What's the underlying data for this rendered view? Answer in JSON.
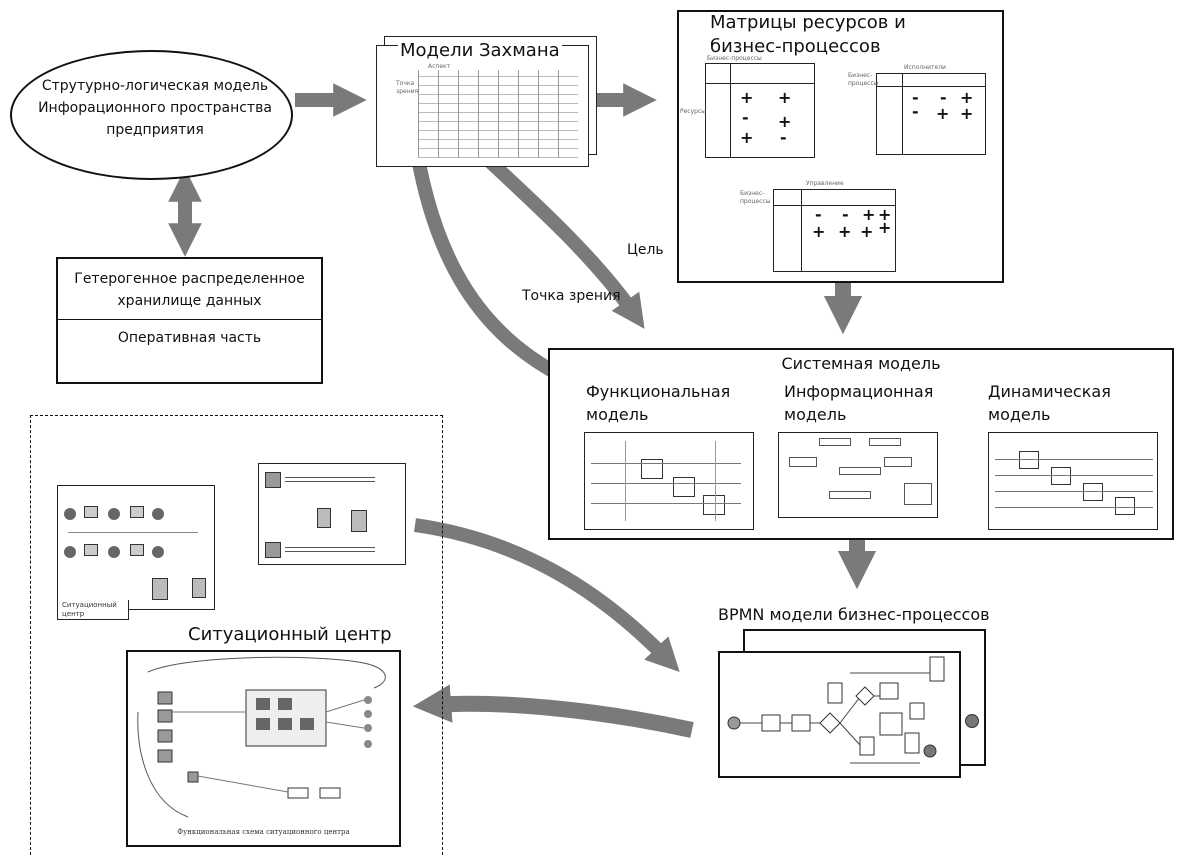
{
  "ellipse": {
    "line1": "Струтурно-логическая модель",
    "line2": "Инфорационного пространства",
    "line3": "предприятия"
  },
  "storage": {
    "line1": "Гетерогенное распределенное",
    "line2": "хранилище данных",
    "operational": "Оперативная часть"
  },
  "zachman": {
    "title": "Модели Захмана",
    "col_header": "Аспект",
    "row_header1": "Точка",
    "row_header2": "зрения"
  },
  "matrices": {
    "title1": "Матрицы ресурсов и",
    "title2": "бизнес-процессов",
    "m1_top": "Бизнес-процессы",
    "m1_left": "Ресурсы",
    "m2_top": "Исполнители",
    "m2_left1": "Бизнес-",
    "m2_left2": "процессы",
    "m3_top": "Управление",
    "m3_left1": "Бизнес-",
    "m3_left2": "процессы",
    "m1_signs": [
      "+",
      "+",
      "-",
      "+",
      "+",
      "-"
    ],
    "m2_signs": [
      "-",
      "-",
      "+",
      "-",
      "+",
      "+"
    ],
    "m3_signs": [
      "-",
      "-",
      "+",
      "+",
      "+",
      "+",
      "+",
      "+"
    ]
  },
  "arrow_labels": {
    "goal": "Цель",
    "viewpoint": "Точка зрения"
  },
  "system_model": {
    "title": "Системная модель",
    "functional1": "Функциональная",
    "functional2": "модель",
    "informational1": "Информационная",
    "informational2": "модель",
    "dynamic1": "Динамическая",
    "dynamic2": "модель"
  },
  "bpmn": {
    "title": "BPMN модели бизнес-процессов"
  },
  "situation": {
    "title": "Ситуационный центр",
    "small_label1": "Ситуационный",
    "small_label2": "центр",
    "scheme_caption": "Функциональная схема ситуационного центра"
  },
  "colors": {
    "arrow": "#7a7a7a",
    "arrow_light": "#d4d4d4",
    "border": "#111111"
  }
}
